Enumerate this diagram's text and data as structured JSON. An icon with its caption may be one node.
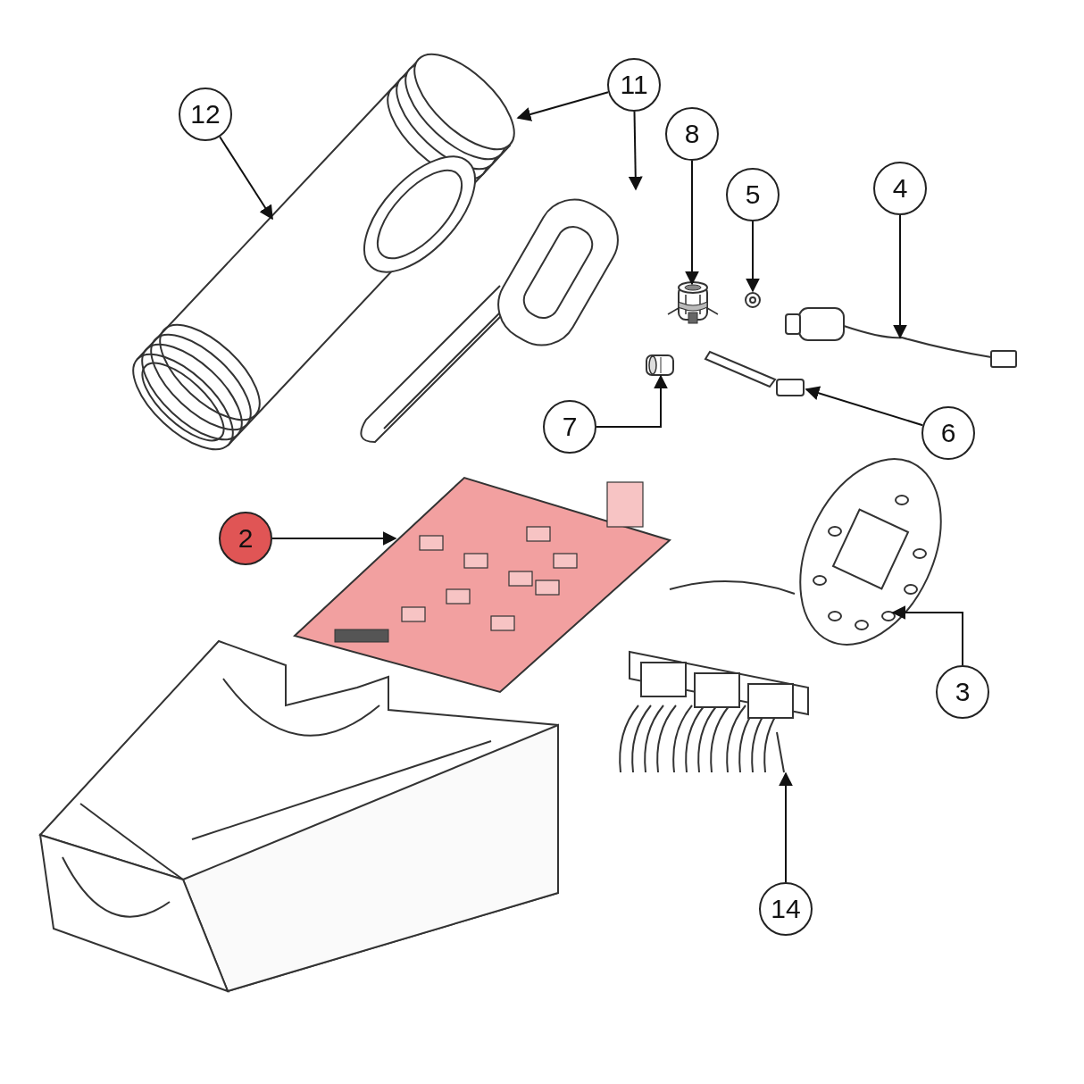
{
  "diagram": {
    "nodes": [
      {
        "text": [
          "12"
        ]
      },
      {
        "text": [
          "11"
        ]
      },
      {
        "text": [
          "8"
        ]
      },
      {
        "text": [
          "5"
        ]
      },
      {
        "text": [
          "4"
        ]
      },
      {
        "text": [
          "7"
        ]
      },
      {
        "text": [
          "6"
        ]
      },
      {
        "text": [
          "2"
        ]
      },
      {
        "text": [
          "3"
        ]
      },
      {
        "text": [
          "14"
        ]
      },
      {
        "text": [],
        "shape": "picture"
      },
      {
        "text": [],
        "shape": "picture"
      },
      {
        "text": [],
        "shape": "picture"
      },
      {
        "text": [],
        "shape": "picture"
      },
      {
        "text": [],
        "shape": "picture"
      },
      {
        "text": [],
        "shape": "picture"
      },
      {
        "text": [],
        "shape": "picture"
      },
      {
        "text": [],
        "shape": "picture"
      },
      {
        "text": [],
        "shape": "picture"
      },
      {
        "text": [],
        "shape": "picture"
      }
    ],
    "edges": [
      {
        "from": 0,
        "to": 10,
        "arrow": "to"
      },
      {
        "from": 1,
        "to": 10,
        "arrow": "to"
      },
      {
        "from": 1,
        "to": 11,
        "arrow": "to"
      },
      {
        "from": 2,
        "to": 12,
        "arrow": "to"
      },
      {
        "from": 3,
        "to": 13,
        "arrow": "to"
      },
      {
        "from": 4,
        "to": 14,
        "arrow": "to"
      },
      {
        "from": 5,
        "to": 15,
        "arrow": "to"
      },
      {
        "from": 6,
        "to": 16,
        "arrow": "to"
      },
      {
        "from": 7,
        "to": 17,
        "arrow": "to"
      },
      {
        "from": 8,
        "to": 18,
        "arrow": "to"
      },
      {
        "from": 9,
        "to": 19,
        "arrow": "to"
      }
    ]
  }
}
